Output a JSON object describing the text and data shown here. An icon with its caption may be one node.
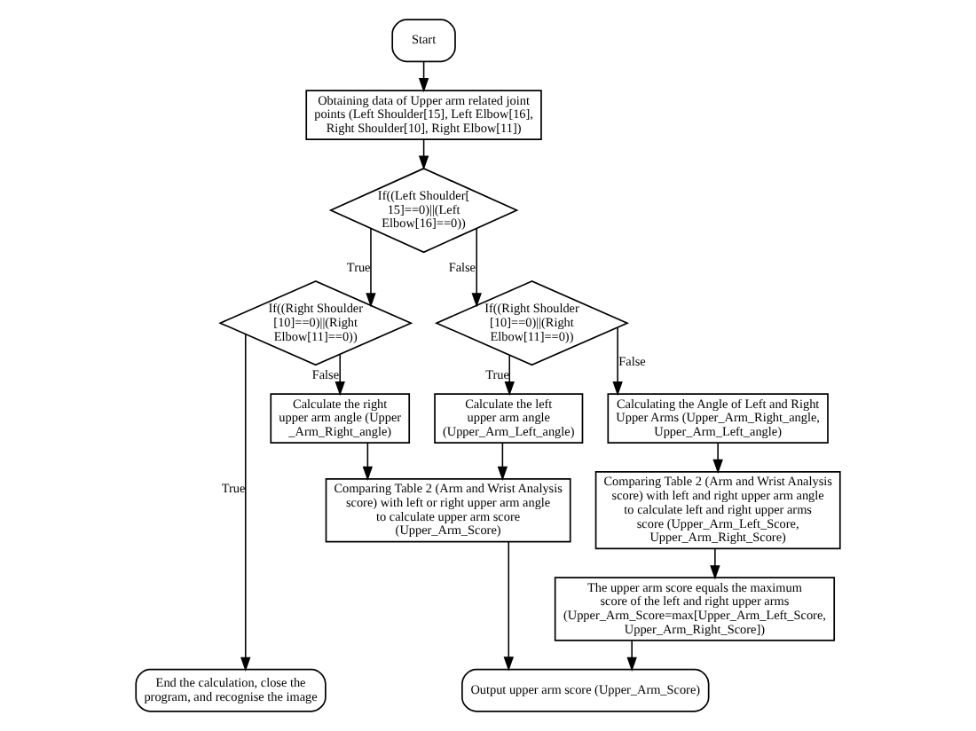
{
  "diagram": {
    "nodes": [
      {
        "text": [
          "Start"
        ]
      },
      {
        "text": [
          "Obtaining data of Upper arm related joint points (Left Shoulder[15], Left Elbow[16], Right Shoulder[10], Right Elbow[11])"
        ]
      },
      {
        "text": [
          "If((Left Shoulder[15]==0)||(Left Elbow[16]==0))"
        ]
      },
      {
        "text": [
          "If((Right Shoulder[10]==0)||(Right Elbow[11]==0))"
        ]
      },
      {
        "text": [
          "If((Right Shoulder[10]==0)||(Right Elbow[11]==0))"
        ]
      },
      {
        "text": [
          "Calculate the right upper arm angle (Upper_Arm_Right_angle)"
        ]
      },
      {
        "text": [
          "Calculate the left upper arm angle (Upper_Arm_Left_angle)"
        ]
      },
      {
        "text": [
          "Calculating the Angle of Left and Right Upper Arms (Upper_Arm_Right_angle, Upper_Arm_Left_angle)"
        ]
      },
      {
        "text": [
          "Comparing Table 2 (Arm and Wrist Analysis score) with left or right upper arm angle to calculate upper arm score (Upper_Arm_Score)"
        ]
      },
      {
        "text": [
          "Comparing Table 2 (Arm and Wrist Analysis score) with left and right upper arm angle to calculate left and right upper arms score (Upper_Arm_Left_Score, Upper_Arm_Right_Score)"
        ]
      },
      {
        "text": [
          "The upper arm score equals the maximum score of the left and right upper arms (Upper_Arm_Score=max[Upper_Arm_Left_Score, Upper_Arm_Right_Score])"
        ]
      },
      {
        "text": [
          "End the calculation, close the program, and recognise the image"
        ]
      },
      {
        "text": [
          "Output upper arm score (Upper_Arm_Score)"
        ]
      }
    ],
    "edges": [
      {
        "from": 0,
        "to": 1,
        "arrow": "to"
      },
      {
        "from": 1,
        "to": 2,
        "arrow": "to"
      },
      {
        "from": 2,
        "to": 3,
        "arrow": "to",
        "label": "True"
      },
      {
        "from": 2,
        "to": 4,
        "arrow": "to",
        "label": "False"
      },
      {
        "from": 3,
        "to": 11,
        "arrow": "to",
        "label": "True"
      },
      {
        "from": 3,
        "to": 5,
        "arrow": "to",
        "label": "False"
      },
      {
        "from": 4,
        "to": 6,
        "arrow": "to",
        "label": "True"
      },
      {
        "from": 4,
        "to": 7,
        "arrow": "to",
        "label": "False"
      },
      {
        "from": 5,
        "to": 8,
        "arrow": "to"
      },
      {
        "from": 6,
        "to": 8,
        "arrow": "to"
      },
      {
        "from": 7,
        "to": 9,
        "arrow": "to"
      },
      {
        "from": 9,
        "to": 10,
        "arrow": "to"
      },
      {
        "from": 8,
        "to": 12,
        "arrow": "to"
      },
      {
        "from": 10,
        "to": 12,
        "arrow": "to"
      }
    ]
  }
}
